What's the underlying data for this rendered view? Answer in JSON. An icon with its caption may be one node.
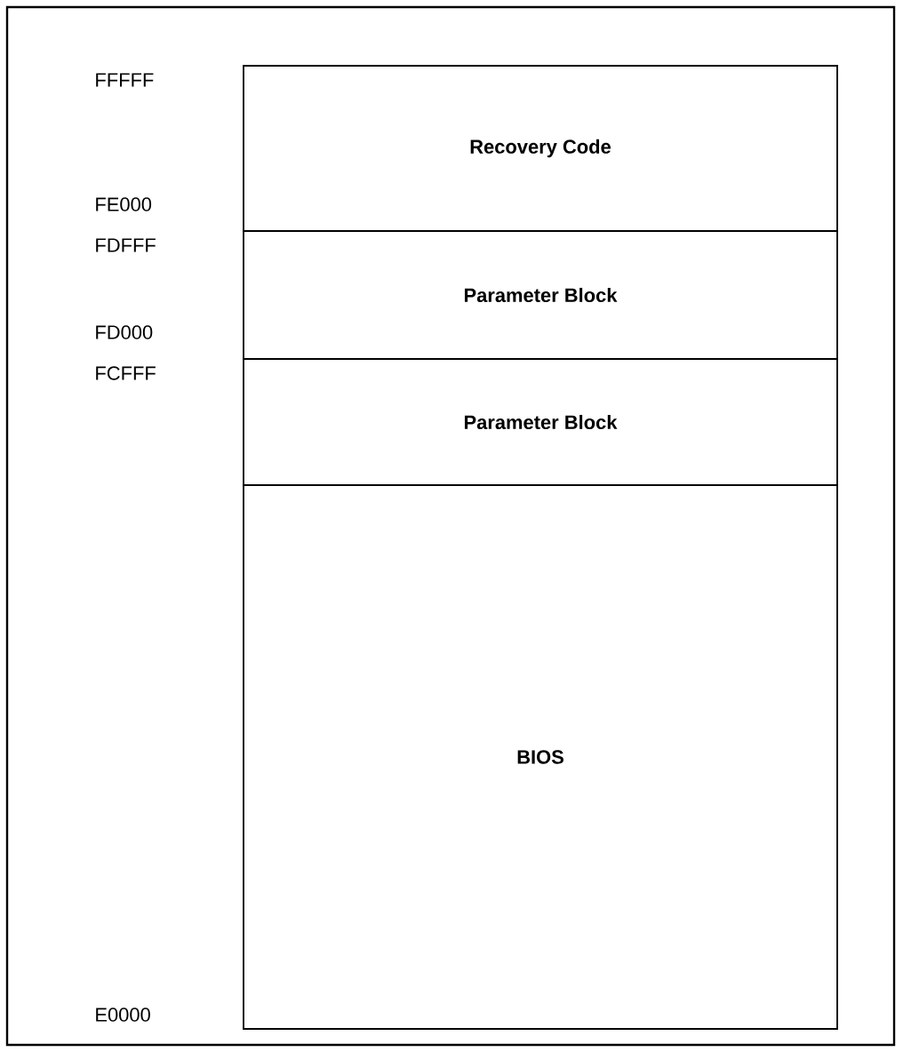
{
  "diagram": {
    "nodes": [
      {
        "text": [
          "Recovery Code"
        ]
      },
      {
        "text": [
          "Parameter Block"
        ]
      },
      {
        "text": [
          "Parameter Block"
        ]
      },
      {
        "text": [
          "BIOS"
        ]
      }
    ],
    "labels": [
      "FFFFF",
      "FE000",
      "FDFFF",
      "FD000",
      "FCFFF",
      "E0000"
    ]
  }
}
